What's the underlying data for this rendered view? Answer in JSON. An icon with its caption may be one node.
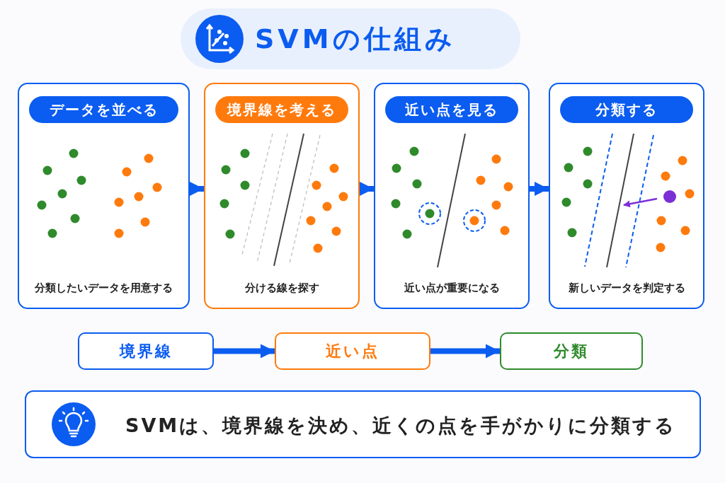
{
  "diagram": {
    "title": "SVMの仕組み",
    "nodes": [
      {
        "text": [
          "データを並べる",
          "分類したいデータを用意する"
        ]
      },
      {
        "text": [
          "境界線を考える",
          "分ける線を探す"
        ]
      },
      {
        "text": [
          "近い点を見る",
          "近い点が重要になる"
        ]
      },
      {
        "text": [
          "分類する",
          "新しいデータを判定する"
        ]
      },
      {
        "text": [
          "境界線"
        ]
      },
      {
        "text": [
          "近い点"
        ]
      },
      {
        "text": [
          "分類"
        ]
      },
      {
        "text": [
          "SVMは、境界線を決め、近くの点を手がかりに分類する"
        ]
      }
    ],
    "edges": [
      {
        "from": 0,
        "to": 1,
        "arrow": "to"
      },
      {
        "from": 1,
        "to": 2,
        "arrow": "to"
      },
      {
        "from": 2,
        "to": 3,
        "arrow": "to"
      },
      {
        "from": 4,
        "to": 5,
        "arrow": "to"
      },
      {
        "from": 5,
        "to": 6,
        "arrow": "to"
      }
    ]
  }
}
